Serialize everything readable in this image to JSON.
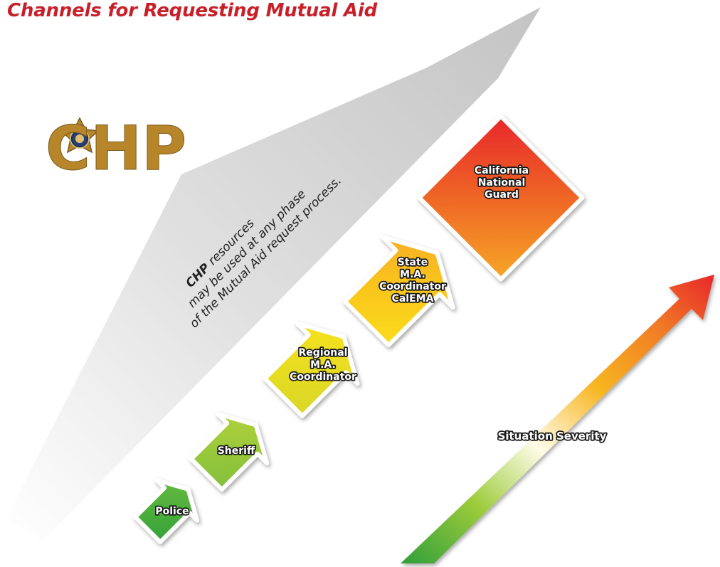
{
  "title": "Channels for Requesting Mutual Aid",
  "logo": {
    "text": "CHP",
    "description_icon": "chp-star-badge-icon"
  },
  "note": {
    "line1_bold": "CHP",
    "line1_rest": " resources",
    "line2": "may be used at any phase",
    "line3": "of the Mutual Aid request process."
  },
  "steps": [
    {
      "lines": [
        "Police"
      ],
      "color": "#3fae3a"
    },
    {
      "lines": [
        "Sheriff"
      ],
      "color": "#8cc43a"
    },
    {
      "lines": [
        "Regional",
        "M.A.",
        "Coordinator"
      ],
      "color": "#e8da20"
    },
    {
      "lines": [
        "State",
        "M.A.",
        "Coordinator",
        "CalEMA"
      ],
      "color": "#f8c21a"
    },
    {
      "lines": [
        "California",
        "National",
        "Guard"
      ],
      "color": "#ee4a2a"
    }
  ],
  "severity": {
    "label": "Situation Severity",
    "low_color": "#3fae3a",
    "high_color": "#e8262a"
  },
  "colors": {
    "title": "#c8202a",
    "logo_gold": "#b8862a",
    "band_gray": "#d8d8d8"
  }
}
